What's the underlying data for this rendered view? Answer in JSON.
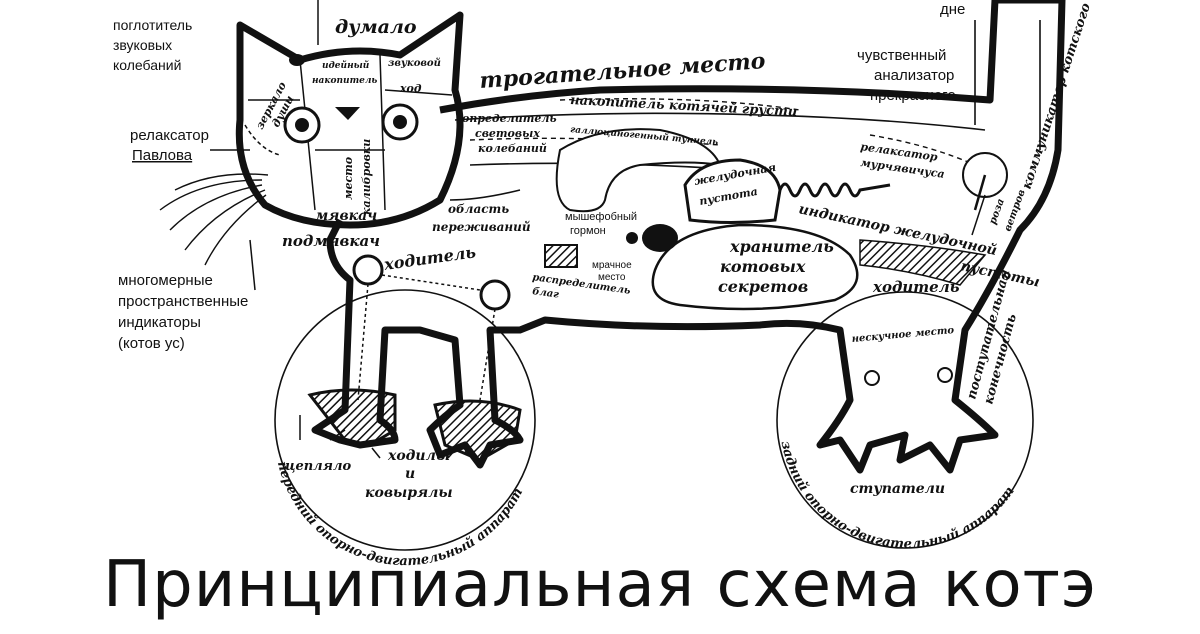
{
  "title": "Принципиальная схема котэ",
  "labels": {
    "pogloshchitel": [
      "поглотитель",
      "звуковых",
      "колебаний"
    ],
    "dumalo": "думало",
    "dne": "дне",
    "ideyny": [
      "идейный",
      "накопитель"
    ],
    "zvukovoy": [
      "звуковой",
      "ход"
    ],
    "zerkalo": [
      "зеркало",
      "души"
    ],
    "trogatelnoe": "трогательное место",
    "chuvstvenny": [
      "чувственный",
      "анализатор",
      "прекрасного"
    ],
    "kommunikator": "коммуникатор котского",
    "nakopitel": "накопитель котячей грусти",
    "opredelitel": [
      "определитель",
      "световых",
      "колебаний"
    ],
    "gallyutsinogenny": "галлюциногенный туннель",
    "relaksator_pavlova": [
      "релаксатор",
      "Павлова"
    ],
    "mesto_kalibrovki": [
      "место",
      "калибровки"
    ],
    "relaksator_murk": [
      "релаксатор",
      "мурчявичуса"
    ],
    "zheludochnaya": [
      "желудочная",
      "пустота"
    ],
    "oblast": [
      "область",
      "переживаний"
    ],
    "myshefobny": [
      "мышефобный",
      "гормон"
    ],
    "indikator": [
      "индикатор желудочной",
      "пустоты"
    ],
    "roza_vetrov": [
      "роза",
      "ветров"
    ],
    "myavkach": "мявкач",
    "podmyavkach": "подмявкач",
    "khranitel": [
      "хранитель",
      "котовых",
      "секретов"
    ],
    "khoditel_front": "ходитель",
    "khoditel_back": "ходитель",
    "mnogomernye": [
      "многомерные",
      "пространственные",
      "индикаторы",
      "(котов ус)"
    ],
    "raspredelitel": [
      "распределитель",
      "благ"
    ],
    "mrachnoe": [
      "мрачное",
      "место"
    ],
    "neskuchnoe": "нескучное место",
    "postupatelnaya": [
      "поступательная",
      "конечность"
    ],
    "tseplyalo": "цепляло",
    "khodily": [
      "ходилы",
      "и",
      "ковырялы"
    ],
    "stupateli": "ступатели",
    "front_apparatus": "передний опорно-двигательный аппарат",
    "back_apparatus": "задний опорно-двигательный аппарат"
  }
}
